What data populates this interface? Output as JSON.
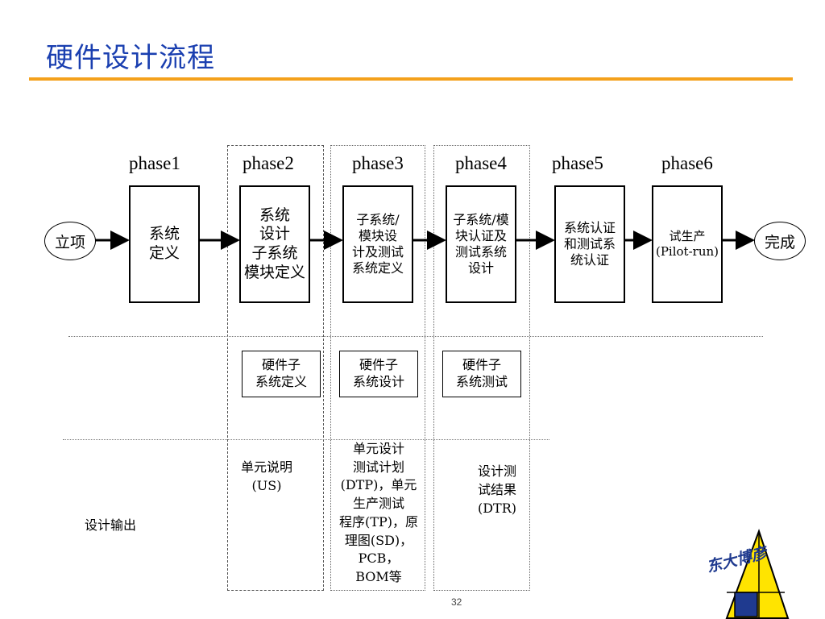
{
  "title": "硬件设计流程",
  "phases": [
    "phase1",
    "phase2",
    "phase3",
    "phase4",
    "phase5",
    "phase6"
  ],
  "start_label": "立项",
  "end_label": "完成",
  "steps": [
    "系统\n定义",
    "系统\n设计\n子系统\n模块定义",
    "子系统/\n模块设\n计及测试\n系统定义",
    "子系统/模\n块认证及\n测试系统\n设计",
    "系统认证\n和测试系\n统认证",
    "试生产\n(Pilot-run)"
  ],
  "sub_steps": [
    "硬件子\n系统定义",
    "硬件子\n系统设计",
    "硬件子\n系统测试"
  ],
  "outputs_label": "设计输出",
  "outputs": [
    "单元说明\n(US)",
    "单元设计\n测试计划\n(DTP)，单元\n生产测试\n程序(TP)，原\n理图(SD)，\nPCB，\nBOM等",
    "设计测\n试结果\n(DTR)"
  ],
  "logo_text": "东大博彦",
  "page_number": "32",
  "colors": {
    "title": "#1a3fb0",
    "rule": "#f4a11c",
    "logo_yellow": "#ffe400",
    "logo_blue": "#1f3a8f"
  }
}
